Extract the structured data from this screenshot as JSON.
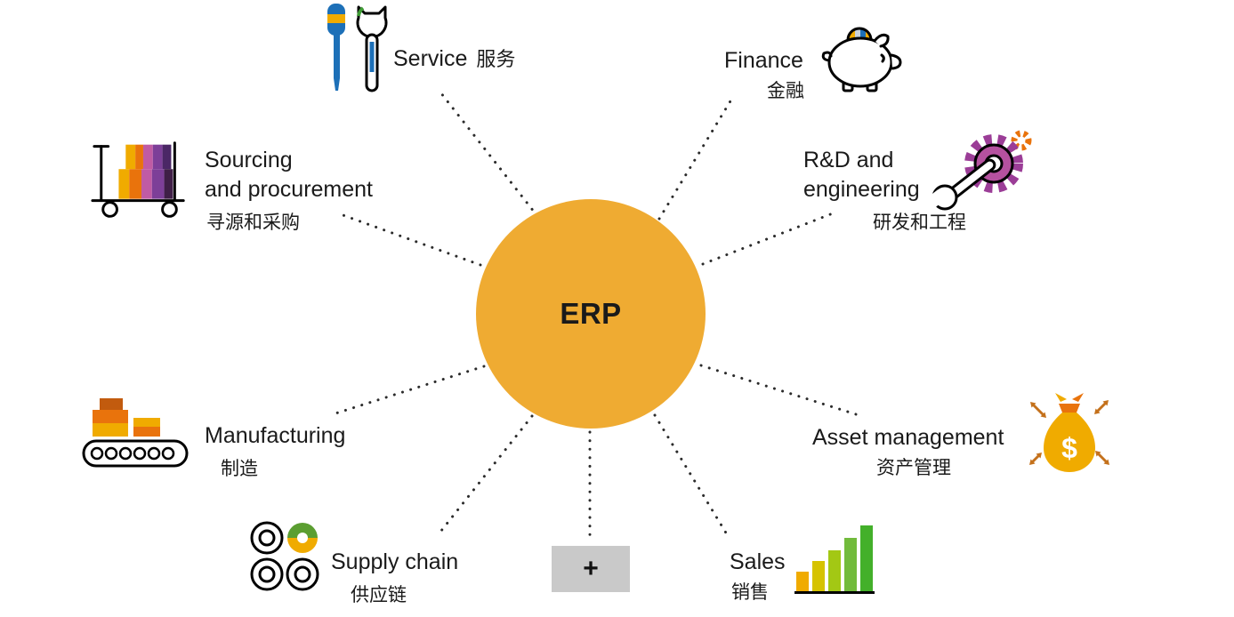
{
  "diagram": {
    "center": {
      "label": "ERP"
    },
    "nodes": {
      "service": {
        "en": "Service",
        "zh": "服务",
        "icon": "tools-icon"
      },
      "finance": {
        "en": "Finance",
        "zh": "金融",
        "icon": "piggy-bank-icon"
      },
      "sourcing": {
        "en1": "Sourcing",
        "en2": "and procurement",
        "zh": "寻源和采购",
        "icon": "hand-truck-icon"
      },
      "rd": {
        "en1": "R&D and",
        "en2": "engineering",
        "zh": "研发和工程",
        "icon": "gear-wrench-icon"
      },
      "manufacturing": {
        "en": "Manufacturing",
        "zh": "制造",
        "icon": "conveyor-icon"
      },
      "asset": {
        "en": "Asset management",
        "zh": "资产管理",
        "symbol": "$",
        "icon": "money-bag-icon"
      },
      "supply": {
        "en": "Supply chain",
        "zh": "供应链",
        "icon": "rollers-icon"
      },
      "sales": {
        "en": "Sales",
        "zh": "销售",
        "icon": "bar-chart-icon"
      },
      "more": {
        "label": "+"
      }
    },
    "colors": {
      "center_fill": "#EFAB32",
      "text": "#1A1A1A",
      "dotted_lines": "#2B2B2B",
      "plus_box": "#C9C9C9",
      "accent_yellow": "#F0AB00",
      "accent_orange": "#E9730C",
      "accent_magenta": "#C05BA4",
      "accent_purple": "#7D3F98",
      "accent_green": "#5B9E31",
      "accent_blue": "#1D70B8"
    }
  }
}
